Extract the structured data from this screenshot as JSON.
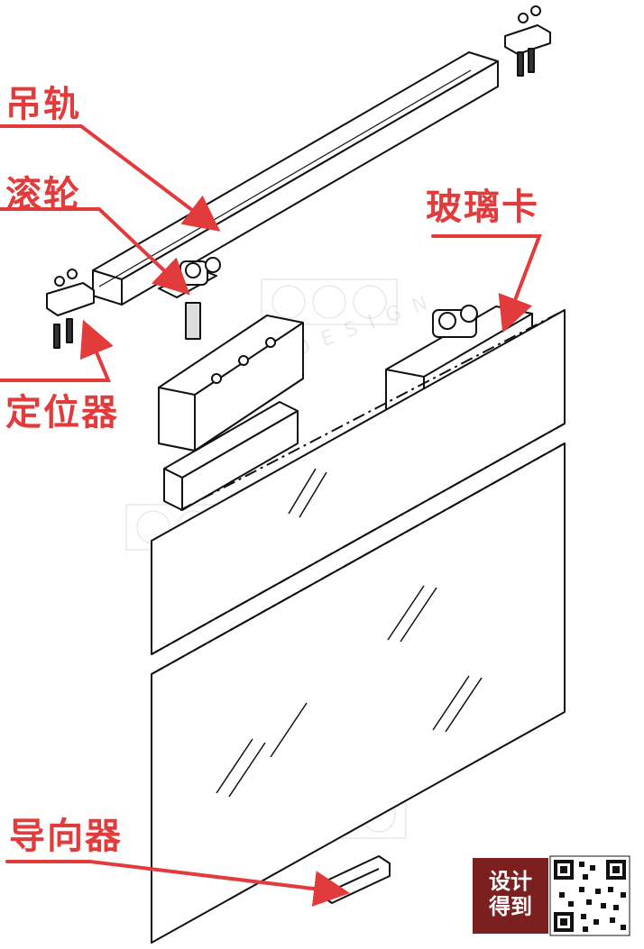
{
  "labels": {
    "rail": "吊轨",
    "roller": "滚轮",
    "clamp": "玻璃卡",
    "stopper": "定位器",
    "guide": "导向器"
  },
  "watermark": {
    "text": "DESIGN"
  },
  "brand": {
    "line1": "设计",
    "line2": "得到"
  },
  "colors": {
    "label": "#e23b3b",
    "line": "#111111",
    "brand_bg": "#7b1f1f"
  }
}
